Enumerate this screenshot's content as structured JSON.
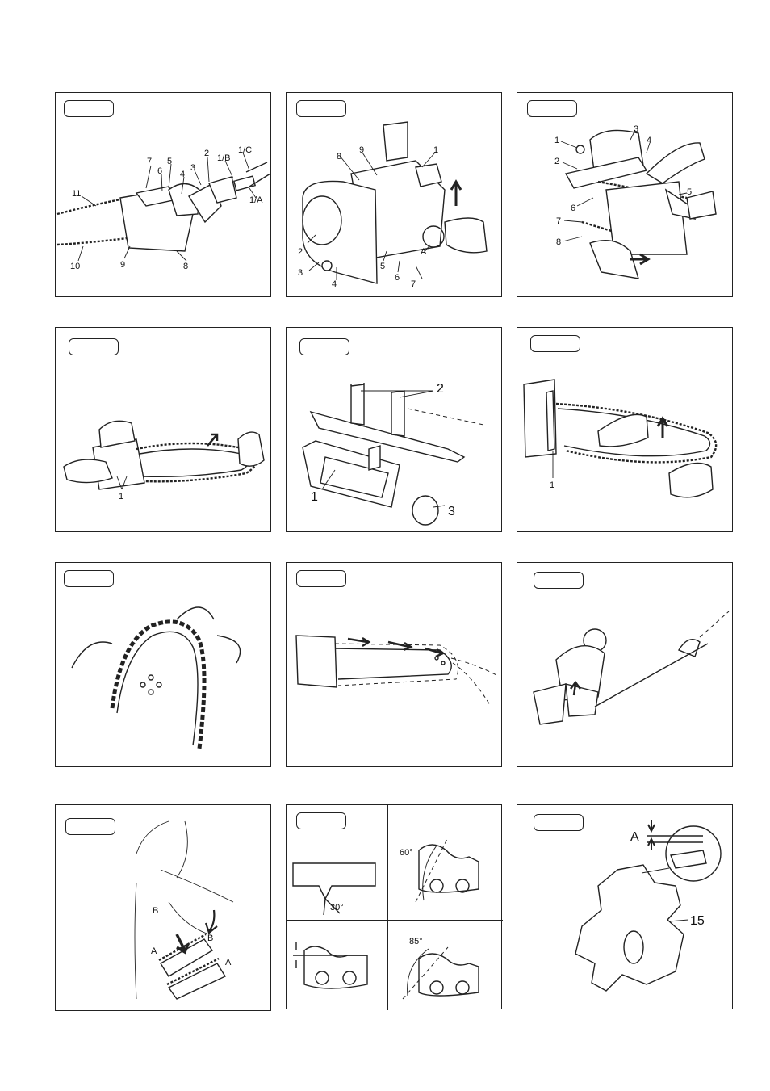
{
  "figures": [
    {
      "id": "fig1",
      "callouts": [
        "7",
        "5",
        "6",
        "4",
        "3",
        "2",
        "1/C",
        "1/B",
        "1/A",
        "11",
        "10",
        "9",
        "8"
      ]
    },
    {
      "id": "fig2",
      "callouts": [
        "9",
        "8",
        "1",
        "2",
        "3",
        "4",
        "5",
        "6",
        "A",
        "7"
      ]
    },
    {
      "id": "fig3",
      "callouts": [
        "1",
        "3",
        "4",
        "2",
        "5",
        "6",
        "7",
        "8"
      ]
    },
    {
      "id": "fig4",
      "callouts": [
        "1"
      ]
    },
    {
      "id": "fig5",
      "callouts": [
        "2",
        "1",
        "3"
      ]
    },
    {
      "id": "fig6",
      "callouts": [
        "1"
      ]
    },
    {
      "id": "fig7",
      "callouts": []
    },
    {
      "id": "fig8",
      "callouts": []
    },
    {
      "id": "fig9",
      "callouts": []
    },
    {
      "id": "fig10",
      "callouts": [
        "B",
        "A",
        "B",
        "A"
      ]
    },
    {
      "id": "fig11",
      "callouts": [
        "30°",
        "60°",
        "85°"
      ]
    },
    {
      "id": "fig12",
      "callouts": [
        "A",
        "15"
      ]
    }
  ]
}
